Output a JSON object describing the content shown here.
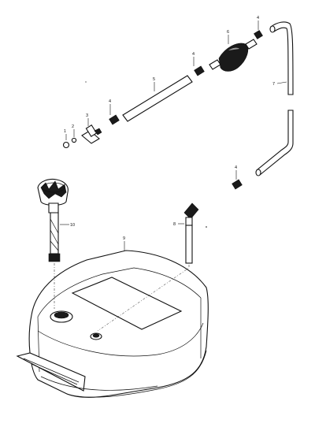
{
  "parts": [
    {
      "id": "1",
      "label": "1"
    },
    {
      "id": "2",
      "label": "2"
    },
    {
      "id": "3",
      "label": "3"
    },
    {
      "id": "4a",
      "label": "4"
    },
    {
      "id": "4b",
      "label": "4"
    },
    {
      "id": "4c",
      "label": "4"
    },
    {
      "id": "4d",
      "label": "4"
    },
    {
      "id": "5",
      "label": "5"
    },
    {
      "id": "6",
      "label": "6"
    },
    {
      "id": "7",
      "label": "7"
    },
    {
      "id": "8",
      "label": "8"
    },
    {
      "id": "9",
      "label": "9"
    },
    {
      "id": "10",
      "label": "10"
    }
  ]
}
